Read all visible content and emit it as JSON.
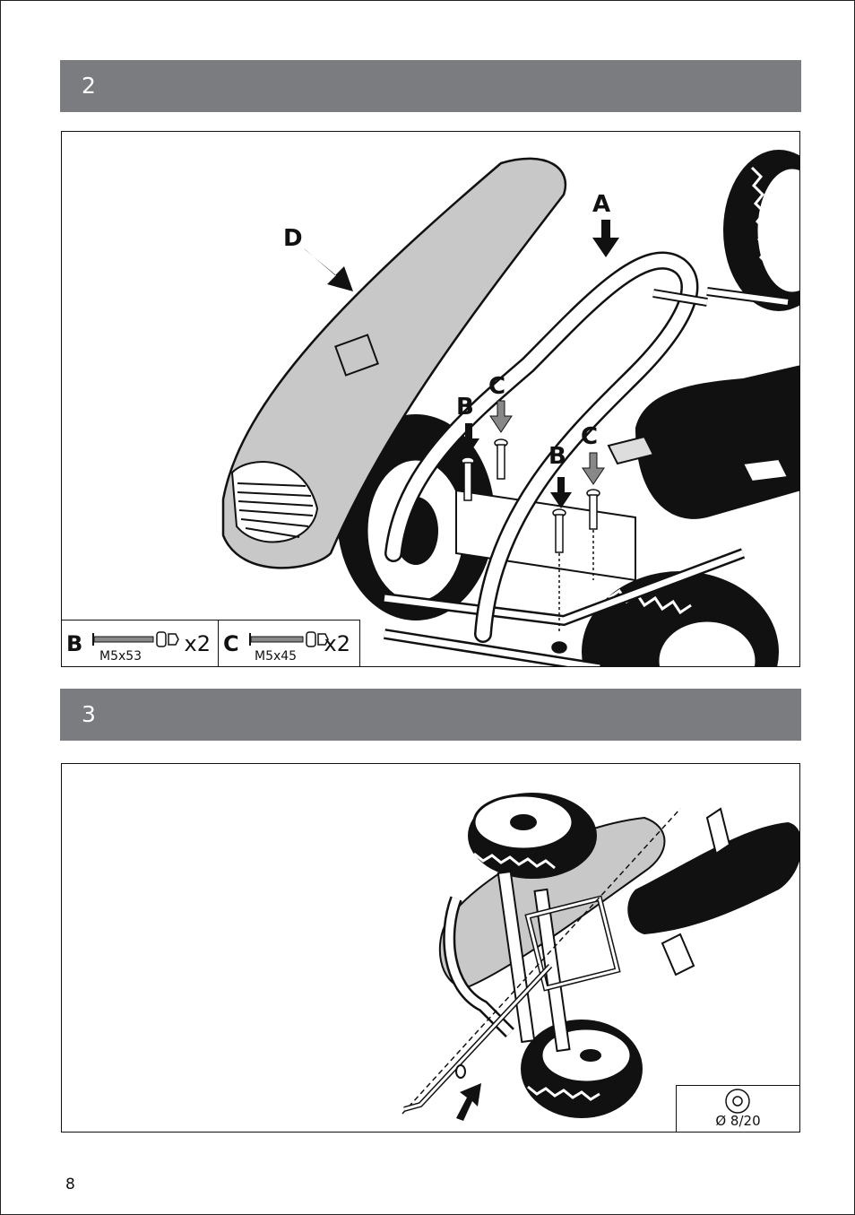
{
  "steps": [
    {
      "number": "2",
      "callouts": {
        "a": "A",
        "b1": "B",
        "b2": "B",
        "c1": "C",
        "c2": "C",
        "d": "D"
      },
      "parts": [
        {
          "letter": "B",
          "size": "M5x53",
          "qty": "x2"
        },
        {
          "letter": "C",
          "size": "M5x45",
          "qty": "x2"
        }
      ]
    },
    {
      "number": "3",
      "washer": {
        "label": "Ø 8/20"
      }
    }
  ],
  "page_number": "8",
  "colors": {
    "step_bar": "#7a7c7f",
    "body_gray": "#c8c8c8",
    "ink": "#111111"
  }
}
